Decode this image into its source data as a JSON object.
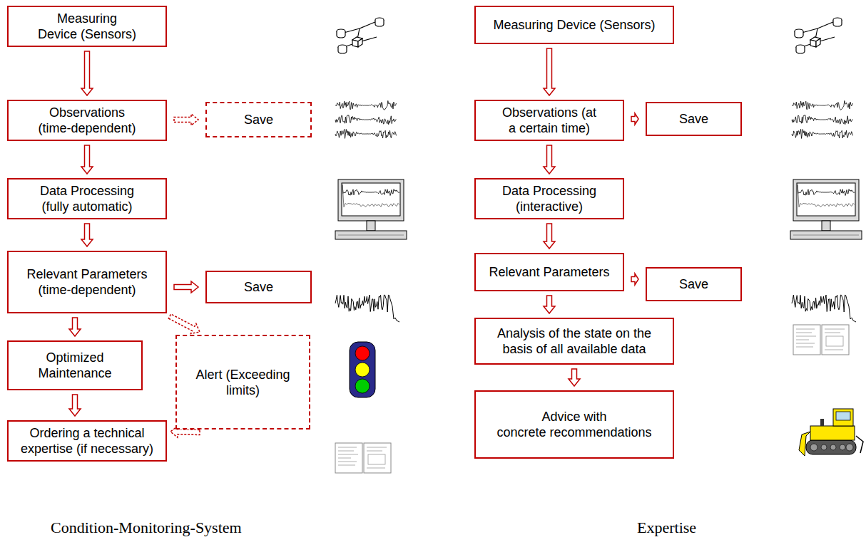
{
  "diagram": {
    "nodes": [
      {
        "text": [
          "Measuring Device (Sensors)"
        ]
      },
      {
        "text": [
          "Observations (time-dependent)"
        ]
      },
      {
        "text": [
          "Save"
        ]
      },
      {
        "text": [
          "Data Processing (fully automatic)"
        ]
      },
      {
        "text": [
          "Relevant Parameters (time-dependent)"
        ]
      },
      {
        "text": [
          "Save"
        ]
      },
      {
        "text": [
          "Optimized Maintenance"
        ]
      },
      {
        "text": [
          "Alert (Exceeding limits)"
        ]
      },
      {
        "text": [
          "Ordering a technical expertise (if necessary)"
        ]
      },
      {
        "text": [
          "Measuring Device (Sensors)"
        ]
      },
      {
        "text": [
          "Observations (at a certain time)"
        ]
      },
      {
        "text": [
          "Save"
        ]
      },
      {
        "text": [
          "Data Processing (interactive)"
        ]
      },
      {
        "text": [
          "Relevant Parameters"
        ]
      },
      {
        "text": [
          "Save"
        ]
      },
      {
        "text": [
          "Analysis of the state on the basis of all available data"
        ]
      },
      {
        "text": [
          "Advice with concrete recommendations"
        ]
      }
    ],
    "edges": [
      {
        "from": 0,
        "to": 1,
        "arrow": "to"
      },
      {
        "from": 1,
        "to": 2,
        "arrow": "to"
      },
      {
        "from": 1,
        "to": 3,
        "arrow": "to"
      },
      {
        "from": 3,
        "to": 4,
        "arrow": "to"
      },
      {
        "from": 4,
        "to": 5,
        "arrow": "to"
      },
      {
        "from": 4,
        "to": 6,
        "arrow": "to"
      },
      {
        "from": 4,
        "to": 7,
        "arrow": "to"
      },
      {
        "from": 6,
        "to": 8,
        "arrow": "to"
      },
      {
        "from": 7,
        "to": 8,
        "arrow": "to"
      },
      {
        "from": 9,
        "to": 10,
        "arrow": "to"
      },
      {
        "from": 10,
        "to": 11,
        "arrow": "to"
      },
      {
        "from": 10,
        "to": 12,
        "arrow": "to"
      },
      {
        "from": 12,
        "to": 13,
        "arrow": "to"
      },
      {
        "from": 13,
        "to": 14,
        "arrow": "to"
      },
      {
        "from": 13,
        "to": 15,
        "arrow": "to"
      },
      {
        "from": 15,
        "to": 16,
        "arrow": "to"
      }
    ],
    "labels": [
      "Condition-Monitoring-System",
      "Expertise"
    ]
  }
}
